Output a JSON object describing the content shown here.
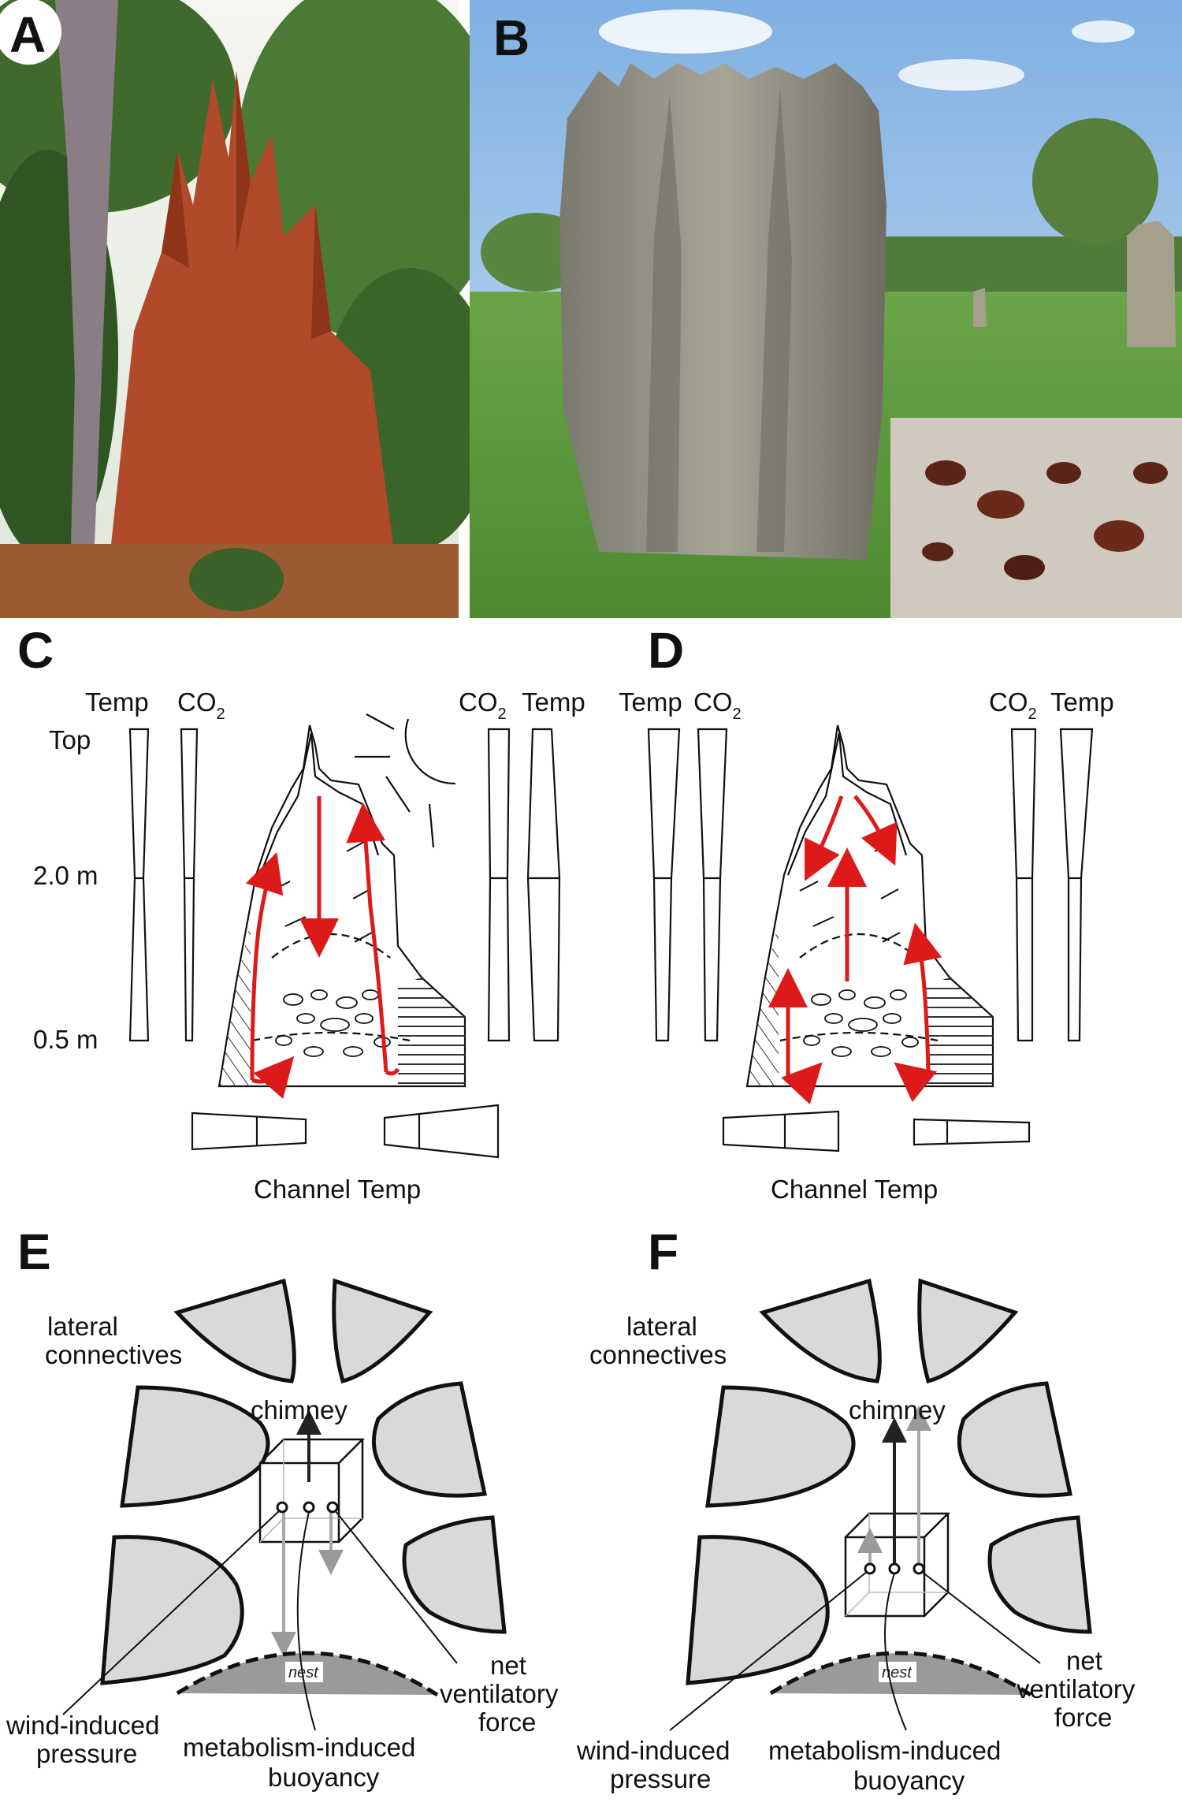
{
  "panels": {
    "a": {
      "letter": "A"
    },
    "b": {
      "letter": "B"
    },
    "c": {
      "letter": "C",
      "left_temp": "Temp",
      "left_co2_main": "CO",
      "left_co2_sub": "2",
      "right_co2_main": "CO",
      "right_co2_sub": "2",
      "right_temp": "Temp",
      "level_top": "Top",
      "level_mid": "2.0 m",
      "level_low": "0.5 m",
      "channel_temp": "Channel Temp"
    },
    "d": {
      "letter": "D",
      "left_temp": "Temp",
      "left_co2_main": "CO",
      "left_co2_sub": "2",
      "right_co2_main": "CO",
      "right_co2_sub": "2",
      "right_temp": "Temp",
      "channel_temp": "Channel Temp"
    },
    "e": {
      "letter": "E",
      "lateral_1": "lateral",
      "lateral_2": "connectives",
      "chimney": "chimney",
      "nest": "nest",
      "wind_1": "wind-induced",
      "wind_2": "pressure",
      "metab_1": "metabolism-induced",
      "metab_2": "buoyancy",
      "net_1": "net",
      "net_2": "ventilatory",
      "net_3": "force"
    },
    "f": {
      "letter": "F",
      "lateral_1": "lateral",
      "lateral_2": "connectives",
      "chimney": "chimney",
      "nest": "nest",
      "wind_1": "wind-induced",
      "wind_2": "pressure",
      "metab_1": "metabolism-induced",
      "metab_2": "buoyancy",
      "net_1": "net",
      "net_2": "ventilatory",
      "net_3": "force"
    }
  },
  "colors": {
    "flow_arrow": "#dd1a1a",
    "mound_red": "#b04a2a",
    "mound_grey": "#8c8a7e",
    "grass": "#5e9a3c",
    "sky": "#9fc6ea",
    "region_fill": "#d9d9d9",
    "nest_fill": "#9a9a9a"
  }
}
